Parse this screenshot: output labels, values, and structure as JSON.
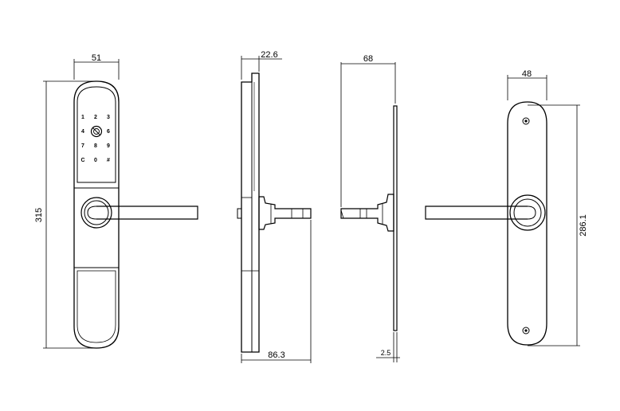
{
  "front_view": {
    "width_label": "51",
    "height_label": "315",
    "keypad": [
      "1",
      "2",
      "3",
      "4",
      "",
      "6",
      "7",
      "8",
      "9",
      "C",
      "0",
      "#"
    ]
  },
  "side_view_left": {
    "thickness_label": "22.6",
    "depth_label": "86.3"
  },
  "side_view_right": {
    "depth_label": "68",
    "plate_label": "2.5"
  },
  "back_view": {
    "width_label": "48",
    "height_label": "286.1"
  }
}
